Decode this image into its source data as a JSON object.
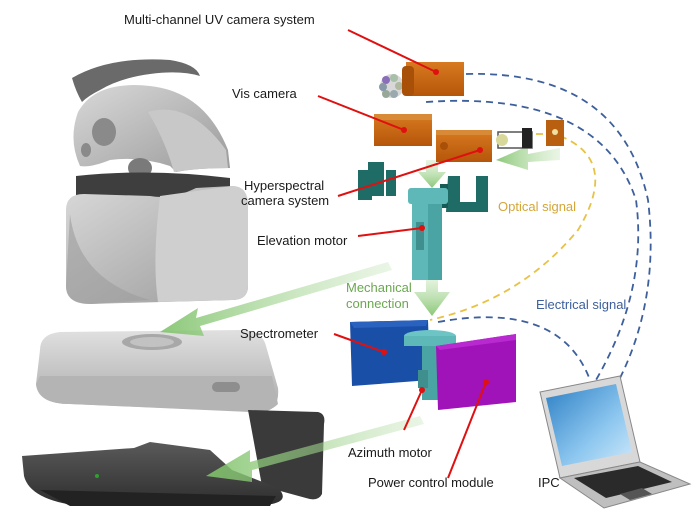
{
  "labels": {
    "uv_camera": "Multi-channel UV camera system",
    "vis_camera": "Vis camera",
    "hyperspectral_line1": "Hyperspectral",
    "hyperspectral_line2": "camera system",
    "elevation_motor": "Elevation motor",
    "mechanical_line1": "Mechanical",
    "mechanical_line2": "connection",
    "optical_signal": "Optical signal",
    "electrical_signal": "Electrical signal",
    "spectrometer": "Spectrometer",
    "azimuth_motor": "Azimuth motor",
    "power_control": "Power control module",
    "ipc": "IPC"
  },
  "colors": {
    "camera_orange": "#c8650f",
    "bracket_teal": "#1f6b66",
    "motor_cyan": "#5fb8b8",
    "spectrometer_blue": "#1a4fa8",
    "power_purple": "#a013b8",
    "pointer_red": "#e01010",
    "optical_dash": "#e8c244",
    "electrical_dash": "#3d5f9c",
    "arrow_green": "#8cc67a",
    "housing_gray": "#b8b8b8",
    "base_dark": "#4a4a4a"
  }
}
